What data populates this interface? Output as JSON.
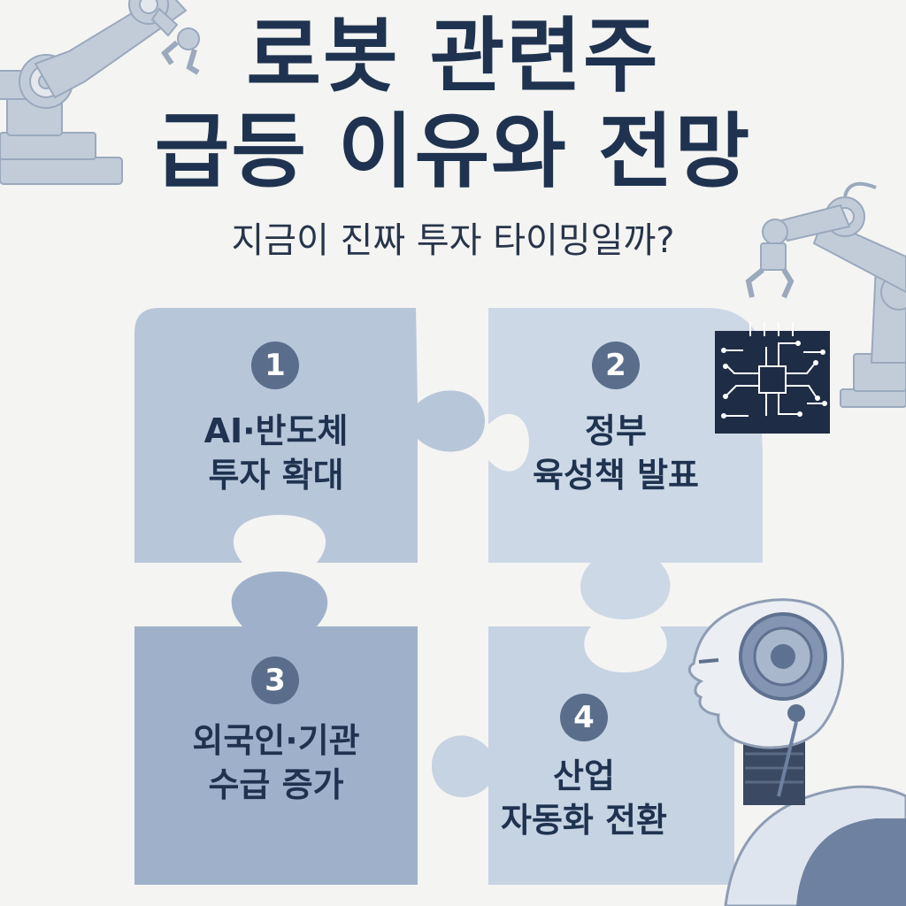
{
  "title": {
    "line1": "로봇 관련주",
    "line2": "급등 이유와 전망"
  },
  "subtitle": "지금이 진짜 투자 타이밍일까?",
  "pieces": [
    {
      "number": "1",
      "line1": "AI·반도체",
      "line2": "투자 확대"
    },
    {
      "number": "2",
      "line1": "정부",
      "line2": "육성책 발표"
    },
    {
      "number": "3",
      "line1": "외국인·기관",
      "line2": "수급 증가"
    },
    {
      "number": "4",
      "line1": "산업",
      "line2": "자동화 전환"
    }
  ],
  "colors": {
    "title": "#1f3350",
    "background": "#f4f4f2",
    "piece1": "#b8c6da",
    "piece2": "#cdd8e6",
    "piece3": "#9fb1ca",
    "piece4": "#c6d3e3",
    "chip": "#1e2c45",
    "badge": "#5a6e8c"
  },
  "icons": [
    "robot-arm-icon",
    "microchip-icon",
    "humanoid-robot-icon"
  ]
}
